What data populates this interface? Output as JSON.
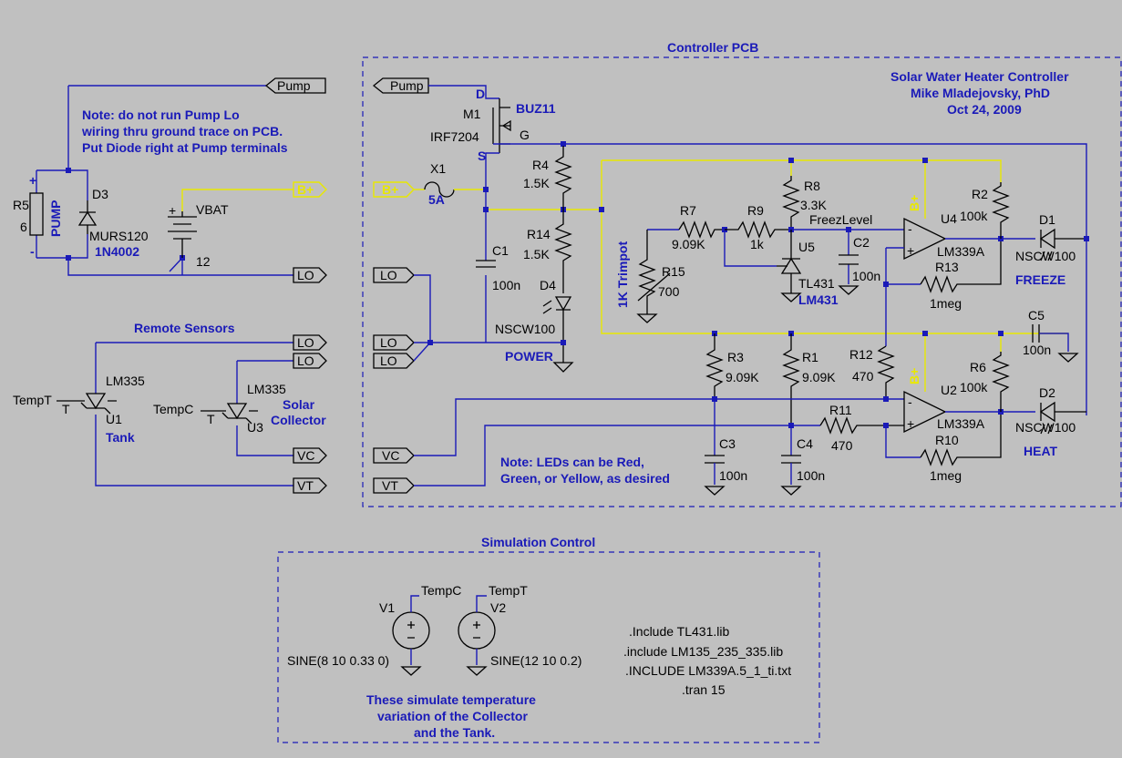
{
  "boxes": {
    "controller_title": "Controller PCB",
    "simulation_title": "Simulation Control"
  },
  "title_block": {
    "line1": "Solar Water Heater Controller",
    "line2": "Mike Mladejovsky, PhD",
    "line3": "Oct 24, 2009"
  },
  "notes": {
    "pump_note": [
      "Note: do not run Pump Lo",
      "wiring thru ground  trace on PCB.",
      "Put Diode right at Pump terminals"
    ],
    "led_note": [
      "Note: LEDs can be Red,",
      "Green, or Yellow, as desired"
    ],
    "sim_note": [
      "These simulate temperature",
      "variation of the Collector",
      "and the Tank."
    ],
    "remote_sensors": "Remote Sensors",
    "trimpot": "1K Trimpot"
  },
  "ports": {
    "pump": "Pump",
    "bplus": "B+",
    "lo": "LO",
    "vc": "VC",
    "vt": "VT"
  },
  "components": {
    "r5": "R5",
    "r5_val": "6",
    "pump_label": "PUMP",
    "plus": "+",
    "minus": "-",
    "d3": "D3",
    "d3_val1": "MURS120",
    "d3_val2": "1N4002",
    "vbat": "VBAT",
    "vbat_val": "12",
    "m1": "M1",
    "m1_part": "BUZ11",
    "m1_alt": "IRF7204",
    "pin_d": "D",
    "pin_g": "G",
    "pin_s": "S",
    "x1": "X1",
    "x1_val": "5A",
    "r4": "R4",
    "r4_val": "1.5K",
    "r14": "R14",
    "r14_val": "1.5K",
    "c1": "C1",
    "c1_val": "100n",
    "d4": "D4",
    "d4_val": "NSCW100",
    "d4_label": "POWER",
    "r7": "R7",
    "r7_val": "9.09K",
    "r9": "R9",
    "r9_val": "1k",
    "r8": "R8",
    "r8_val": "3.3K",
    "r15": "R15",
    "r15_val": "700",
    "u5": "U5",
    "u5_part1": "TL431",
    "u5_part2": "LM431",
    "c2": "C2",
    "c2_val": "100n",
    "freez": "FreezLevel",
    "u4": "U4",
    "u4_part": "LM339A",
    "r2": "R2",
    "r2_val": "100k",
    "r13": "R13",
    "r13_val": "1meg",
    "d1": "D1",
    "d1_val": "NSCW100",
    "d1_label": "FREEZE",
    "c5": "C5",
    "c5_val": "100n",
    "r3": "R3",
    "r3_val": "9.09K",
    "r1": "R1",
    "r1_val": "9.09K",
    "r12": "R12",
    "r12_val": "470",
    "u2": "U2",
    "u2_part": "LM339A",
    "r6": "R6",
    "r6_val": "100k",
    "d2": "D2",
    "d2_val": "NSCW100",
    "d2_label": "HEAT",
    "r11": "R11",
    "r11_val": "470",
    "r10": "R10",
    "r10_val": "1meg",
    "c3": "C3",
    "c3_val": "100n",
    "c4": "C4",
    "c4_val": "100n",
    "bplus_rail": "B+",
    "u1": "U1",
    "u1_part": "LM335",
    "u1_label": "Tank",
    "u1_net": "TempT",
    "u1_pin": "T",
    "u3": "U3",
    "u3_part": "LM335",
    "u3_label1": "Solar",
    "u3_label2": "Collector",
    "u3_net": "TempC",
    "u3_pin": "T",
    "v1": "V1",
    "v1_val": "SINE(8 10 0.33 0)",
    "v1_net": "TempC",
    "v2": "V2",
    "v2_val": "SINE(12 10 0.2)",
    "v2_net": "TempT"
  },
  "directives": [
    ".Include TL431.lib",
    ".include LM135_235_335.lib",
    ".INCLUDE LM339A.5_1_ti.txt",
    ".tran 15"
  ],
  "colors": {
    "background": "#c0c0c0",
    "wire": "#1a1ab8",
    "power_net": "#e8e800",
    "component": "#000000"
  }
}
